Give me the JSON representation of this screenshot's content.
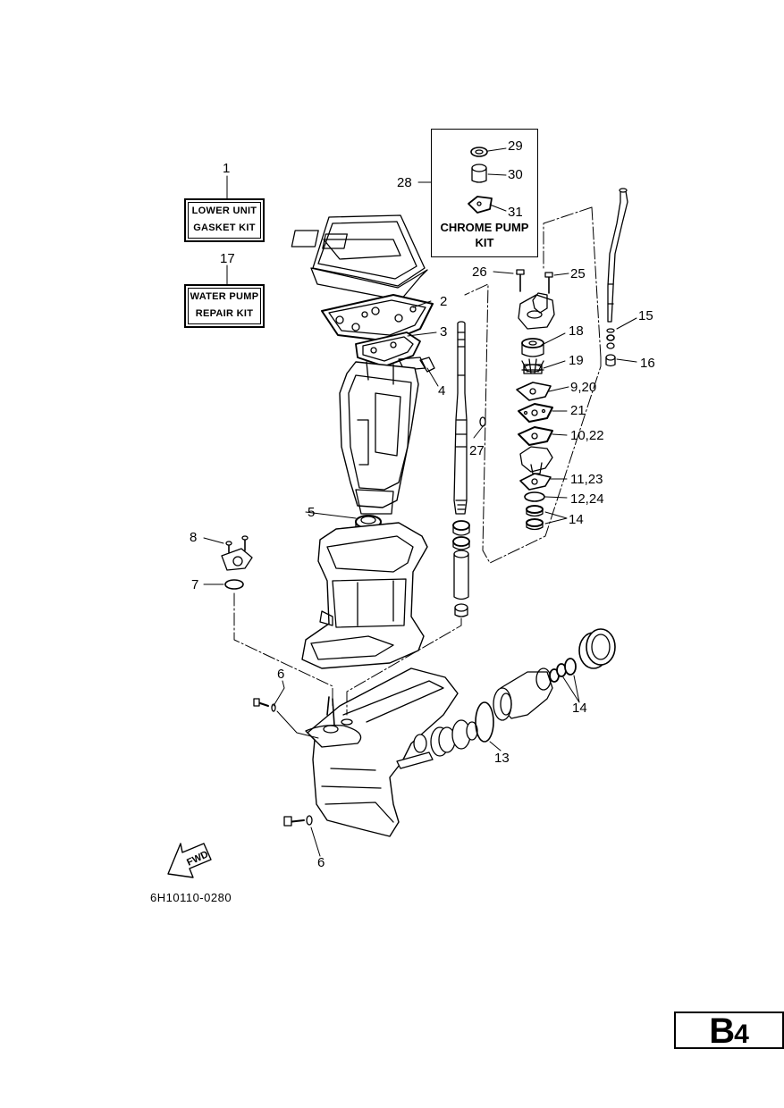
{
  "kits": {
    "lower_unit": {
      "number": "1",
      "line1": "LOWER UNIT",
      "line2": "GASKET KIT"
    },
    "water_pump": {
      "number": "17",
      "line1": "WATER PUMP",
      "line2": "REPAIR KIT"
    },
    "chrome_pump": {
      "number": "28",
      "line1": "CHROME PUMP",
      "line2": "KIT"
    }
  },
  "callouts": {
    "c2": "2",
    "c3": "3",
    "c4": "4",
    "c5": "5",
    "c6a": "6",
    "c6b": "6",
    "c7": "7",
    "c8": "8",
    "c13": "13",
    "c14a": "14",
    "c14b": "14",
    "c15": "15",
    "c16": "16",
    "c18": "18",
    "c19": "19",
    "c9_20": "9,20",
    "c21": "21",
    "c10_22": "10,22",
    "c11_23": "11,23",
    "c12_24": "12,24",
    "c25": "25",
    "c26": "26",
    "c27": "27",
    "c29": "29",
    "c30": "30",
    "c31": "31"
  },
  "figure_code": "6H10110-0280",
  "fwd_label": "FWD",
  "page": {
    "letter": "B",
    "number": "4"
  }
}
